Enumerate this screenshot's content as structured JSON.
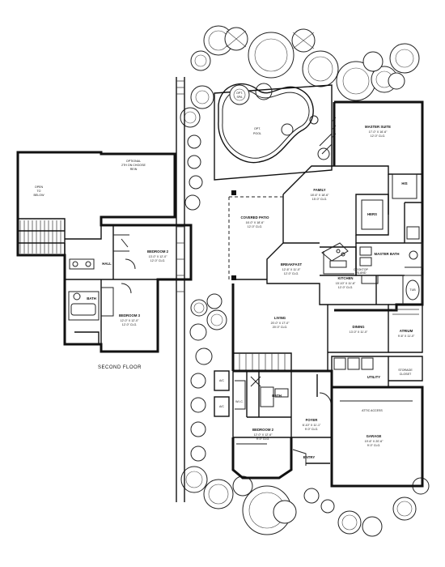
{
  "rooms": {
    "optional": {
      "l1": "OPTIONAL",
      "l2": "2TH ON CHOOSE",
      "l3": "REIN"
    },
    "open_below": {
      "l1": "OPEN",
      "l2": "TO",
      "l3": "BELOW"
    },
    "hall": "HALL",
    "bath_upper": "BATH",
    "bedroom2": {
      "name": "BEDROOM 2",
      "d1": "13'-0\" X 12'-0\"",
      "d2": "12'-0\" CLG."
    },
    "bedroom3": {
      "name": "BEDROOM 3",
      "d1": "12'-0\" X 12'-0\"",
      "d2": "12'-0\" CLG."
    },
    "family": {
      "name": "FAMILY",
      "d1": "18'-6\" X 18'-6\"",
      "d2": "15'-0\" CLG."
    },
    "master_suite": {
      "name": "MASTER SUITE",
      "d1": "17'-0\" X 16'-6\"",
      "d2": "12'-0\" CLG."
    },
    "his": "HIS",
    "hers": "HERS",
    "master_bath": "MASTER BATH",
    "tub": "TUB",
    "covered_patio": {
      "name": "COVERED PATIO",
      "d1": "16'-0\" X 18'-6\"",
      "d2": "12'-0\" CLG."
    },
    "breakfast": {
      "name": "BREAKFAST",
      "d1": "12'-6\" X 11'-0\"",
      "d2": "12'-0\" CLG."
    },
    "cooktop": {
      "l1": "COOKTOP",
      "l2": "ISLAND"
    },
    "kitchen": {
      "name": "KITCHEN",
      "d1": "15'-10\" X 11'-6\"",
      "d2": "12'-0\" CLG."
    },
    "living": {
      "name": "LIVING",
      "d1": "20'-0\" X 17'-0\"",
      "d2": "20'-0\" CLG."
    },
    "dining": {
      "name": "DINING",
      "d1": "13'-0\" X 11'-0\""
    },
    "atrium": {
      "name": "ATRIUM",
      "d1": "9'-6\" X 11'-0\""
    },
    "utility": "UTILITY",
    "storage": {
      "l1": "STORAGE",
      "l2": "CLOSET"
    },
    "bath_lower": "BATH",
    "wic": "W.I.C.",
    "ac1": "A/C",
    "ac2": "A/C",
    "foyer": {
      "name": "FOYER",
      "d1": "6'-10\" X 11'-1\"",
      "d2": "9'-0\" CLG."
    },
    "bedroom_lower": {
      "name": "BEDROOM 2",
      "d1": "12'-0\" X 12'-6\"",
      "d2": "9'-0\" CLG."
    },
    "entry": "ENTRY",
    "attic": "ATTIC ACCESS",
    "garage": {
      "name": "GARAGE",
      "d1": "19'-6\" X 20'-6\"",
      "d2": "9'-0\" CLG."
    },
    "spa": {
      "l1": "OPT.",
      "l2": "SPA"
    },
    "pool": {
      "l1": "OPT.",
      "l2": "POOL"
    }
  },
  "labels": {
    "second_floor": "SECOND FLOOR"
  }
}
